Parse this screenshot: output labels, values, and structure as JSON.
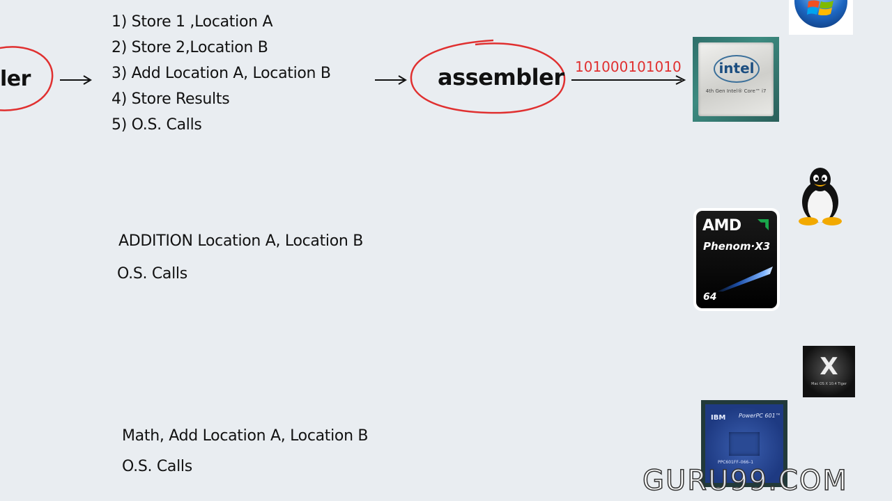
{
  "top_row": {
    "left_fragment": "ler",
    "instructions": [
      "1) Store 1 ,Location A",
      "2) Store 2,Location B",
      "3) Add Location A, Location B",
      "4) Store Results",
      "5) O.S. Calls"
    ],
    "assembler_label": "assembler",
    "binary": "101000101010"
  },
  "middle_row": {
    "line1": "ADDITION Location A, Location B",
    "line2": "O.S. Calls"
  },
  "bottom_row": {
    "line1": "Math, Add Location A, Location B",
    "line2": "O.S. Calls"
  },
  "icons": {
    "intel_chip": {
      "brand": "intel",
      "sub": "4th Gen Intel® Core™ i7"
    },
    "amd_chip": {
      "brand": "AMD",
      "model": "Phenom·X3",
      "bits": "64"
    },
    "ibm_chip": {
      "brand": "IBM",
      "model": "PowerPC 601™",
      "part": "PPC601FF–066–1"
    },
    "windows_logo": "windows-icon",
    "linux_logo": "tux-icon",
    "mac_logo": {
      "letter": "X",
      "sub": "Mac OS X 10.4 Tiger"
    }
  },
  "watermark": "GURU99.COM",
  "colors": {
    "annotation_red": "#e03030",
    "background": "#e9edf1"
  }
}
